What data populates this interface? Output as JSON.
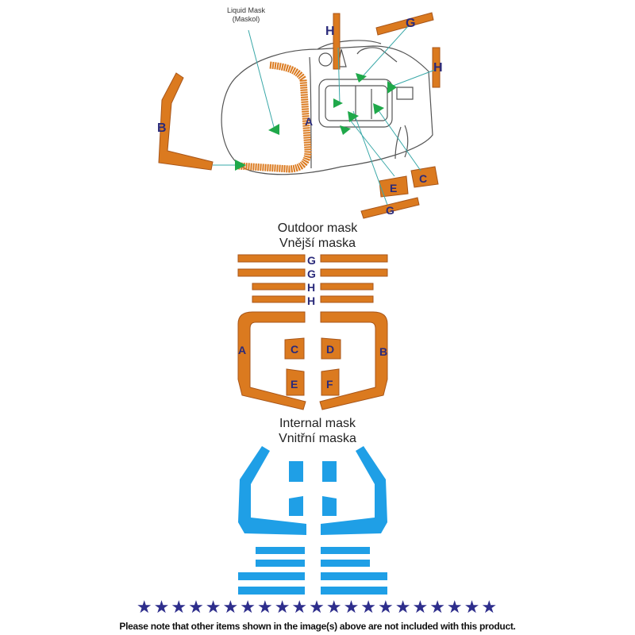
{
  "callout": {
    "line1": "Liquid Mask",
    "line2": "(Maskol)"
  },
  "outdoor": {
    "title_en": "Outdoor mask",
    "title_cz": "Vnější maska"
  },
  "internal": {
    "title_en": "Internal mask",
    "title_cz": "Vnitřní maska"
  },
  "labels": {
    "A": "A",
    "B": "B",
    "C": "C",
    "D": "D",
    "E": "E",
    "F": "F",
    "G": "G",
    "H": "H"
  },
  "stars": "★★★★★★★★★★★★★★★★★★★★★",
  "footer": "Please note that other items shown in the image(s) above are not included with this product.",
  "colors": {
    "outdoor_mask": "#db7a1f",
    "internal_mask": "#1f9fe6",
    "arrow": "#1fa84a",
    "letter": "#2a2a7a"
  }
}
